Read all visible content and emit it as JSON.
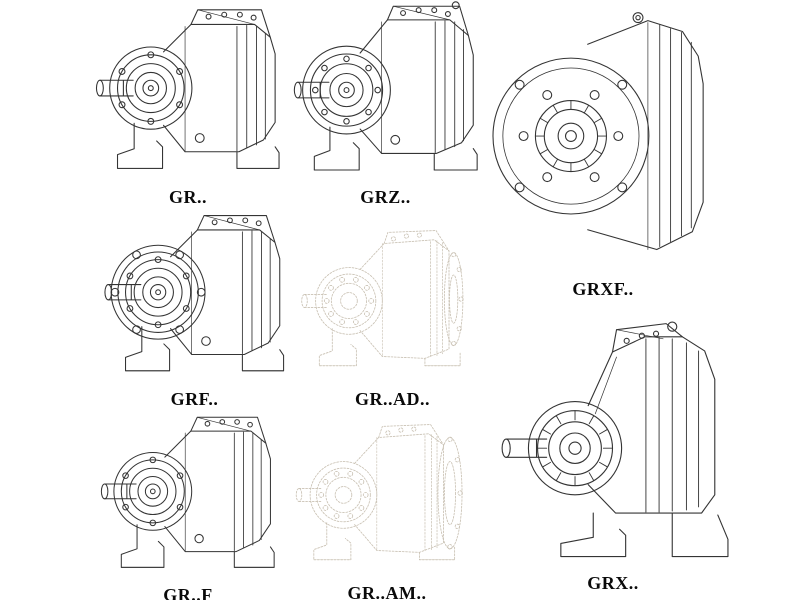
{
  "page": {
    "background": "#ffffff",
    "line_color": "#343434",
    "ghost_line_color": "#c9c1b3",
    "description": "Catalog sheet of helical gear reducer models, technical line drawings"
  },
  "models": [
    {
      "id": "gr",
      "label": "GR.."
    },
    {
      "id": "grz",
      "label": "GRZ.."
    },
    {
      "id": "grxf",
      "label": "GRXF.."
    },
    {
      "id": "grf",
      "label": "GRF.."
    },
    {
      "id": "gr-ad",
      "label": "GR..AD.."
    },
    {
      "id": "gr-f",
      "label": "GR..F"
    },
    {
      "id": "gr-am",
      "label": "GR..AM.."
    },
    {
      "id": "grx",
      "label": "GRX.."
    }
  ]
}
